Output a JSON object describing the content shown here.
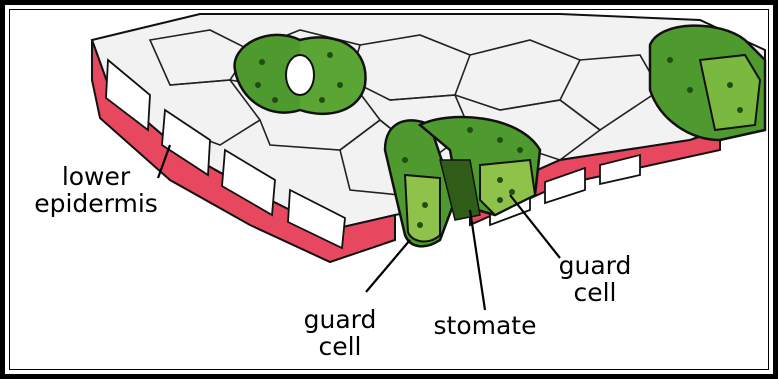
{
  "labels": {
    "lower_epidermis": [
      "lower",
      "epidermis"
    ],
    "guard_cell_left": [
      "guard",
      "cell"
    ],
    "stomate": "stomate",
    "guard_cell_right": [
      "guard",
      "cell"
    ]
  },
  "colors": {
    "epidermis_wall": "#e8485f",
    "guard_cell": "#4f9a2e",
    "guard_cell_light": "#8fc24a",
    "outline": "#111111",
    "cell_fill": "#f4f4f4"
  }
}
